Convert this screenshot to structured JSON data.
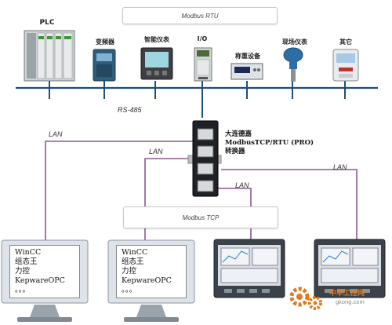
{
  "top_bus": {
    "label": "Modbus RTU"
  },
  "rs485_label": "RS-485",
  "devices": [
    {
      "label": "PLC"
    },
    {
      "label": "变频器"
    },
    {
      "label": "智能仪表"
    },
    {
      "label": "I/O"
    },
    {
      "label": "称重设备"
    },
    {
      "label": "现场仪表"
    },
    {
      "label": "其它"
    }
  ],
  "converter": {
    "lines": [
      "大连德嘉",
      "ModbusTCP/RTU (PRO)",
      "转换器"
    ]
  },
  "lan_labels": [
    "LAN",
    "LAN",
    "LAN",
    "LAN"
  ],
  "tcp_bus": {
    "label": "Modbus TCP"
  },
  "pc_screens": [
    {
      "lines": [
        "WinCC",
        "组态王",
        "力控",
        "KepwareOPC",
        "。。。"
      ]
    },
    {
      "lines": [
        "WinCC",
        "组态王",
        "力控",
        "KepwareOPC",
        "。。。"
      ]
    }
  ],
  "watermark": {
    "text": "中华工控网",
    "url": "gkong.com"
  },
  "colors": {
    "bus": "#1f4e79",
    "lan": "#8a5a8a",
    "accent": "#e07a1f"
  }
}
